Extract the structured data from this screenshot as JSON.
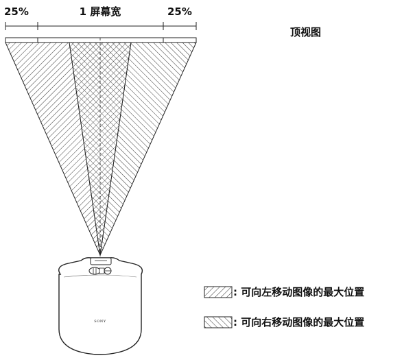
{
  "screen_width_labels": {
    "left": "25%",
    "center": "1 屏幕宽",
    "right": "25%"
  },
  "view_label": "顶视图",
  "legend": [
    {
      "pattern": "hatch-left",
      "text": ": 可向左移动图像的最大位置"
    },
    {
      "pattern": "hatch-right",
      "text": ": 可向右移动图像的最大位置"
    }
  ],
  "projector": {
    "brand": "SONY"
  }
}
